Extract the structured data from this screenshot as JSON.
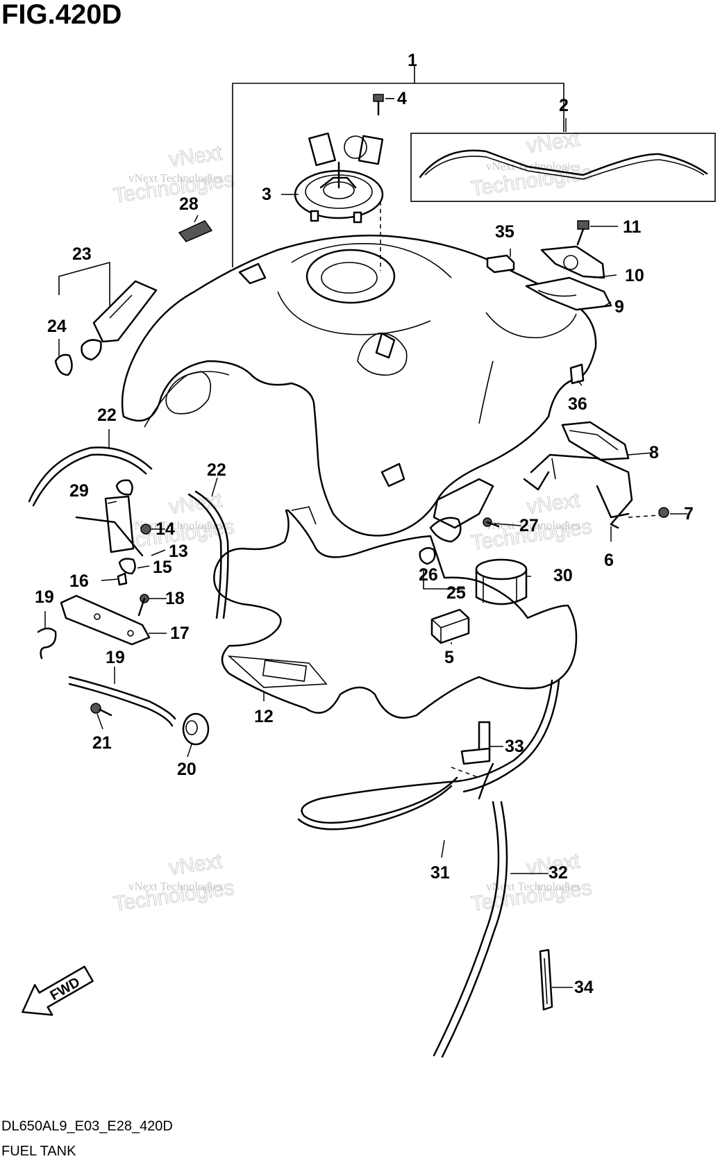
{
  "figure": {
    "title": "FIG.420D",
    "model_code": "DL650AL9_E03_E28_420D",
    "caption": "FUEL TANK"
  },
  "watermark": {
    "small": "vNext Technologies",
    "large": "Technologies",
    "top": "vNext"
  },
  "callouts": {
    "c1": "1",
    "c2": "2",
    "c3": "3",
    "c4": "4",
    "c5": "5",
    "c6": "6",
    "c7": "7",
    "c8": "8",
    "c9": "9",
    "c10": "10",
    "c11": "11",
    "c12": "12",
    "c13": "13",
    "c14": "14",
    "c15": "15",
    "c16": "16",
    "c17": "17",
    "c18": "18",
    "c19a": "19",
    "c19b": "19",
    "c20": "20",
    "c21": "21",
    "c22a": "22",
    "c22b": "22",
    "c23": "23",
    "c24": "24",
    "c25": "25",
    "c26": "26",
    "c27": "27",
    "c28": "28",
    "c29": "29",
    "c30": "30",
    "c31": "31",
    "c32": "32",
    "c33": "33",
    "c34": "34",
    "c35": "35",
    "c36": "36"
  },
  "fwd_arrow": {
    "label": "FWD",
    "icon": "fwd-arrow-icon"
  }
}
